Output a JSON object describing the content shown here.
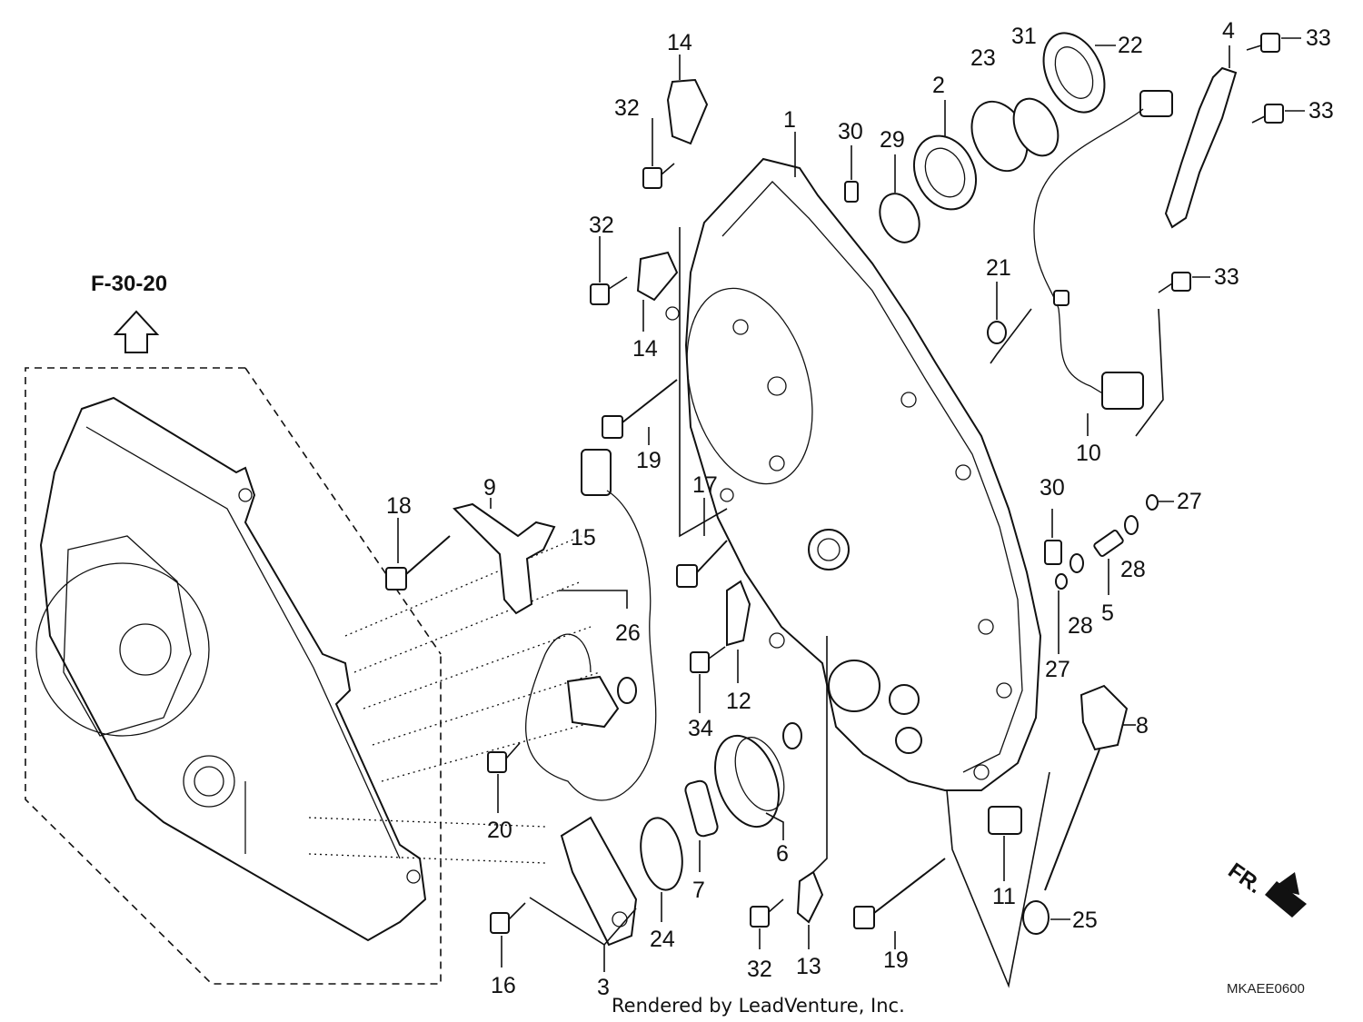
{
  "diagram": {
    "ref_label": "F-30-20",
    "fwd_label": "FR.",
    "diagram_code": "MKAEE0600",
    "credit": "Rendered by LeadVenture, Inc."
  },
  "callouts": [
    {
      "id": "1",
      "text": "1"
    },
    {
      "id": "2",
      "text": "2"
    },
    {
      "id": "3",
      "text": "3"
    },
    {
      "id": "4",
      "text": "4"
    },
    {
      "id": "5",
      "text": "5"
    },
    {
      "id": "6",
      "text": "6"
    },
    {
      "id": "7",
      "text": "7"
    },
    {
      "id": "8",
      "text": "8"
    },
    {
      "id": "9",
      "text": "9"
    },
    {
      "id": "10",
      "text": "10"
    },
    {
      "id": "11",
      "text": "11"
    },
    {
      "id": "12",
      "text": "12"
    },
    {
      "id": "13",
      "text": "13"
    },
    {
      "id": "14a",
      "text": "14"
    },
    {
      "id": "14b",
      "text": "14"
    },
    {
      "id": "15",
      "text": "15"
    },
    {
      "id": "16",
      "text": "16"
    },
    {
      "id": "17",
      "text": "17"
    },
    {
      "id": "18",
      "text": "18"
    },
    {
      "id": "19a",
      "text": "19"
    },
    {
      "id": "19b",
      "text": "19"
    },
    {
      "id": "20",
      "text": "20"
    },
    {
      "id": "21",
      "text": "21"
    },
    {
      "id": "22",
      "text": "22"
    },
    {
      "id": "23",
      "text": "23"
    },
    {
      "id": "24",
      "text": "24"
    },
    {
      "id": "25",
      "text": "25"
    },
    {
      "id": "26",
      "text": "26"
    },
    {
      "id": "27a",
      "text": "27"
    },
    {
      "id": "27b",
      "text": "27"
    },
    {
      "id": "28a",
      "text": "28"
    },
    {
      "id": "28b",
      "text": "28"
    },
    {
      "id": "29",
      "text": "29"
    },
    {
      "id": "30a",
      "text": "30"
    },
    {
      "id": "30b",
      "text": "30"
    },
    {
      "id": "31",
      "text": "31"
    },
    {
      "id": "32a",
      "text": "32"
    },
    {
      "id": "32b",
      "text": "32"
    },
    {
      "id": "32c",
      "text": "32"
    },
    {
      "id": "33a",
      "text": "33"
    },
    {
      "id": "33b",
      "text": "33"
    },
    {
      "id": "33c",
      "text": "33"
    },
    {
      "id": "34",
      "text": "34"
    }
  ]
}
